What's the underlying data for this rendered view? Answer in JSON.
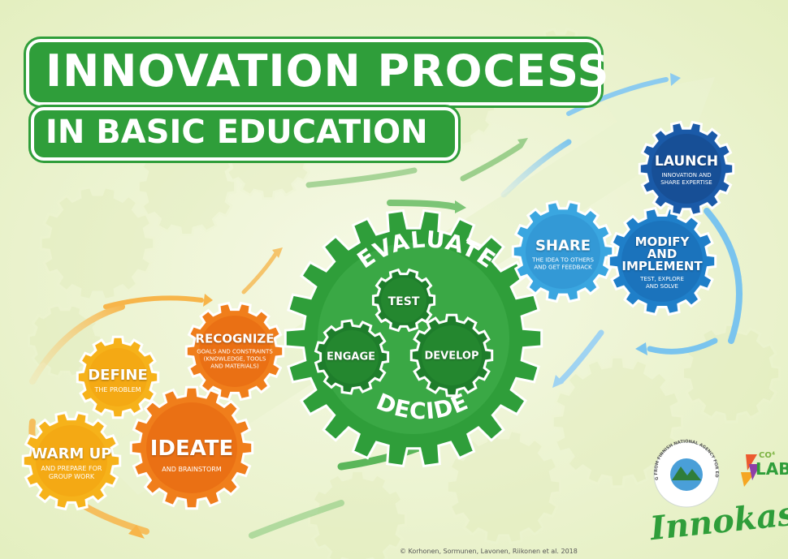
{
  "title": {
    "line1": "INNOVATION PROCESS",
    "line2": "IN BASIC EDUCATION"
  },
  "gears": {
    "warm_up": {
      "title": "WARM UP",
      "subtitle1": "AND PREPARE FOR",
      "subtitle2": "GROUP WORK"
    },
    "define": {
      "title": "DEFINE",
      "subtitle1": "THE PROBLEM"
    },
    "ideate": {
      "title": "IDEATE",
      "subtitle1": "AND BRAINSTORM"
    },
    "recognize": {
      "title": "RECOGNIZE",
      "subtitle1": "GOALS AND CONSTRAINTS",
      "subtitle2": "(KNOWLEDGE, TOOLS",
      "subtitle3": "AND MATERIALS)"
    },
    "evaluate": {
      "title": "EVALUATE"
    },
    "decide": {
      "title": "DECIDE"
    },
    "test": {
      "title": "TEST"
    },
    "engage": {
      "title": "ENGAGE"
    },
    "develop": {
      "title": "DEVELOP"
    },
    "share": {
      "title": "SHARE",
      "subtitle1": "THE IDEA TO OTHERS",
      "subtitle2": "AND GET FEEDBACK"
    },
    "modify": {
      "title1": "MODIFY",
      "title2": "AND",
      "title3": "IMPLEMENT",
      "subtitle1": "TEST, EXPLORE",
      "subtitle2": "AND SOLVE"
    },
    "launch": {
      "title": "LAUNCH",
      "subtitle1": "INNOVATION AND",
      "subtitle2": "SHARE EXPERTISE"
    }
  },
  "logos": {
    "seal_text": "FUNDING FROM FINNISH NATIONAL AGENCY FOR EDUCATION",
    "co4": "CO⁴",
    "lab": "LAB",
    "innokas": "Innokas!"
  },
  "credit": "© Korhonen, Sormunen, Lavonen, Riikonen et al. 2018",
  "colors": {
    "green": "#2f9e3a",
    "dark_green": "#1e7d2b",
    "orange": "#f07e1b",
    "yellow": "#f6b21a",
    "light_blue": "#3aa6e0",
    "mid_blue": "#1f7fc9",
    "dark_blue": "#1a5aa8",
    "background_tint": "#eef5d2"
  }
}
